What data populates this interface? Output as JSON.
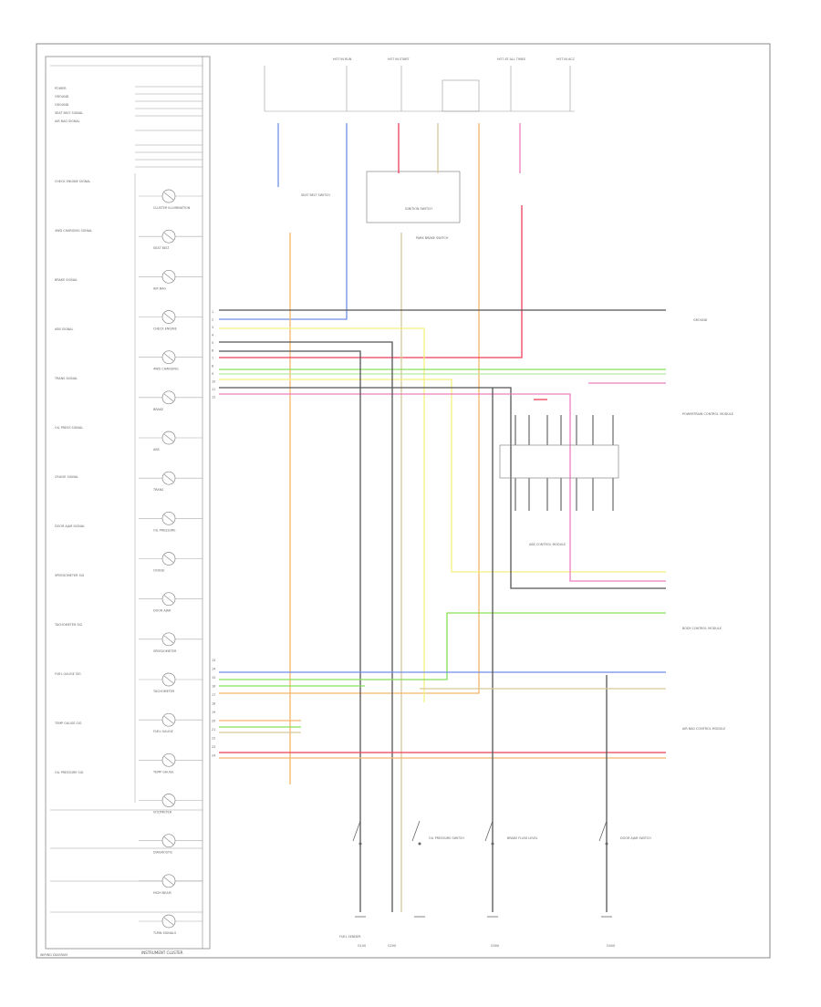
{
  "colors": {
    "blue": "#6f8fe6",
    "orange": "#f4b66a",
    "red": "#ef3f5a",
    "pink": "#ee7fbf",
    "green": "#86e05a",
    "yellow": "#f2f080",
    "lightgreen": "#b7eaa0",
    "tan": "#d6c79a",
    "gray": "#555555",
    "border": "#8a8a8a"
  },
  "cluster": {
    "caption": "INSTRUMENT CLUSTER",
    "indicators": [
      {
        "label": "CLUSTER ILLUMINATION"
      },
      {
        "label": "SEAT BELT"
      },
      {
        "label": "AIR BAG"
      },
      {
        "label": "CHECK ENGINE"
      },
      {
        "label": "4WD CHARGING"
      },
      {
        "label": "BRAKE"
      },
      {
        "label": "ABS"
      },
      {
        "label": "TRANS"
      },
      {
        "label": "OIL PRESSURE"
      },
      {
        "label": "CRUISE"
      },
      {
        "label": "DOOR AJAR"
      },
      {
        "label": "SPEEDOMETER"
      },
      {
        "label": "TACHOMETER"
      },
      {
        "label": "FUEL GAUGE"
      },
      {
        "label": "TEMP GAUGE"
      },
      {
        "label": "VOLTMETER"
      },
      {
        "label": "DIAGNOSTIC"
      },
      {
        "label": "HIGH BEAM"
      },
      {
        "label": "TURN SIGNALS"
      }
    ],
    "left_labels": [
      "POWER",
      "GROUND",
      "GROUND",
      "SEAT BELT SIGNAL",
      "AIR BAG SIGNAL",
      "CHECK ENGINE SIGNAL",
      "4WD CHARGING SIGNAL",
      "BRAKE SIGNAL",
      "ABS SIGNAL",
      "TRANS SIGNAL",
      "OIL PRESS SIGNAL",
      "CRUISE SIGNAL",
      "DOOR AJAR SIGNAL",
      "SPEEDOMETER SIG",
      "TACHOMETER SIG",
      "FUEL GAUGE SIG",
      "TEMP GAUGE SIG",
      "OIL PRESSURE SIG"
    ]
  },
  "fuses": [
    {
      "label": "HOT IN RUN"
    },
    {
      "label": "HOT IN START"
    },
    {
      "label": "HOT AT ALL TIMES"
    },
    {
      "label": "HOT IN ACC"
    }
  ],
  "components": {
    "seat_belt_switch": "SEAT BELT SWITCH",
    "ignition_switch": "IGNITION SWITCH",
    "brake_switch": "PARK BRAKE SWITCH",
    "bcm": "BODY CONTROL MODULE",
    "pcm": "POWERTRAIN CONTROL MODULE",
    "abs_module": "ABS CONTROL MODULE",
    "air_bag_module": "AIR BAG CONTROL MODULE",
    "cluster_right": "GROUND",
    "oil_switch": "OIL PRESSURE SWITCH",
    "fuel_sender": "FUEL SENDER",
    "brake_fluid": "BRAKE FLUID LEVEL",
    "door_ajar": "DOOR AJAR SWITCH",
    "ground_1": "G100",
    "ground_2": "G200",
    "ground_3": "G300",
    "ground_4": "G400"
  },
  "connector_pins": [
    "1",
    "2",
    "3",
    "4",
    "5",
    "6",
    "7",
    "8",
    "9",
    "10",
    "11",
    "12",
    "13",
    "14",
    "15",
    "16",
    "17",
    "18",
    "19",
    "20",
    "21",
    "22",
    "23",
    "24"
  ],
  "footer": "WIRING DIAGRAM"
}
